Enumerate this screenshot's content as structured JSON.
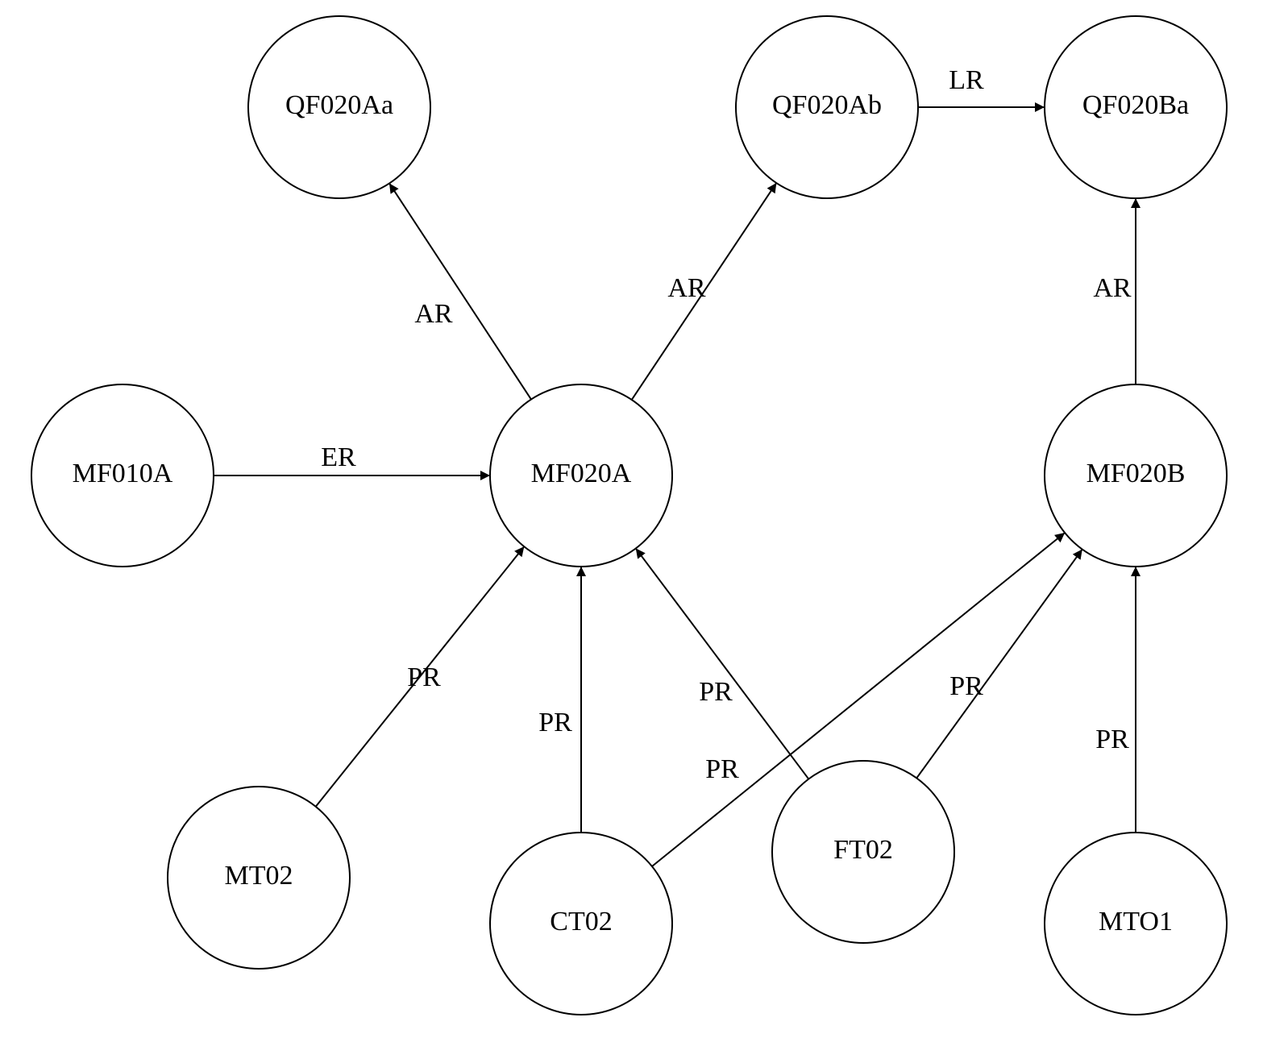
{
  "diagram": {
    "colors": {
      "stroke": "#000000",
      "background": "#ffffff"
    },
    "nodes": [
      {
        "id": "QF020Aa",
        "label": "QF020Aa"
      },
      {
        "id": "QF020Ab",
        "label": "QF020Ab"
      },
      {
        "id": "QF020Ba",
        "label": "QF020Ba"
      },
      {
        "id": "MF010A",
        "label": "MF010A"
      },
      {
        "id": "MF020A",
        "label": "MF020A"
      },
      {
        "id": "MF020B",
        "label": "MF020B"
      },
      {
        "id": "MT02",
        "label": "MT02"
      },
      {
        "id": "CT02",
        "label": "CT02"
      },
      {
        "id": "FT02",
        "label": "FT02"
      },
      {
        "id": "MTO1",
        "label": "MTO1"
      }
    ],
    "edges": [
      {
        "id": "e1",
        "from": "MF020A",
        "to": "QF020Aa",
        "label": "AR"
      },
      {
        "id": "e2",
        "from": "MF020A",
        "to": "QF020Ab",
        "label": "AR"
      },
      {
        "id": "e3",
        "from": "QF020Ab",
        "to": "QF020Ba",
        "label": "LR"
      },
      {
        "id": "e4",
        "from": "MF020B",
        "to": "QF020Ba",
        "label": "AR"
      },
      {
        "id": "e5",
        "from": "MF010A",
        "to": "MF020A",
        "label": "ER"
      },
      {
        "id": "e6",
        "from": "MT02",
        "to": "MF020A",
        "label": "PR"
      },
      {
        "id": "e7",
        "from": "CT02",
        "to": "MF020A",
        "label": "PR"
      },
      {
        "id": "e8",
        "from": "FT02",
        "to": "MF020A",
        "label": "PR"
      },
      {
        "id": "e9",
        "from": "CT02",
        "to": "MF020B",
        "label": "PR"
      },
      {
        "id": "e10",
        "from": "FT02",
        "to": "MF020B",
        "label": "PR"
      },
      {
        "id": "e11",
        "from": "MTO1",
        "to": "MF020B",
        "label": "PR"
      }
    ]
  }
}
